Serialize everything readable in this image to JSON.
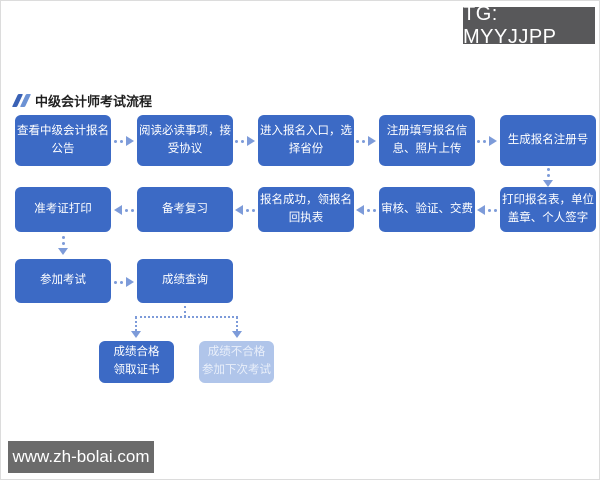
{
  "header": {
    "tg_badge": "TG: MYYJJPP",
    "title": "中级会计师考试流程"
  },
  "footer": {
    "site_badge": "www.zh-bolai.com"
  },
  "colors": {
    "step_blue": "#3c6ac5",
    "fail_box_light_blue": "#b0c5ea",
    "arrow_light_blue": "#7d9bd9",
    "tg_badge_bg": "#58585a",
    "site_badge_bg": "#6b6b6b",
    "title_slash_blue": "#3a62b5"
  },
  "flow": {
    "row1": [
      "查看中级会计报名公告",
      "阅读必读事项，接受协议",
      "进入报名入口，选择省份",
      "注册填写报名信息、照片上传",
      "生成报名注册号"
    ],
    "row2": [
      "准考证打印",
      "备考复习",
      "报名成功，领报名回执表",
      "审核、验证、交费",
      "打印报名表，单位盖章、个人签字"
    ],
    "row3": [
      "参加考试",
      "成绩查询"
    ],
    "row4_pass": "成绩合格\n领取证书",
    "row4_fail": "成绩不合格\n参加下次考试"
  }
}
